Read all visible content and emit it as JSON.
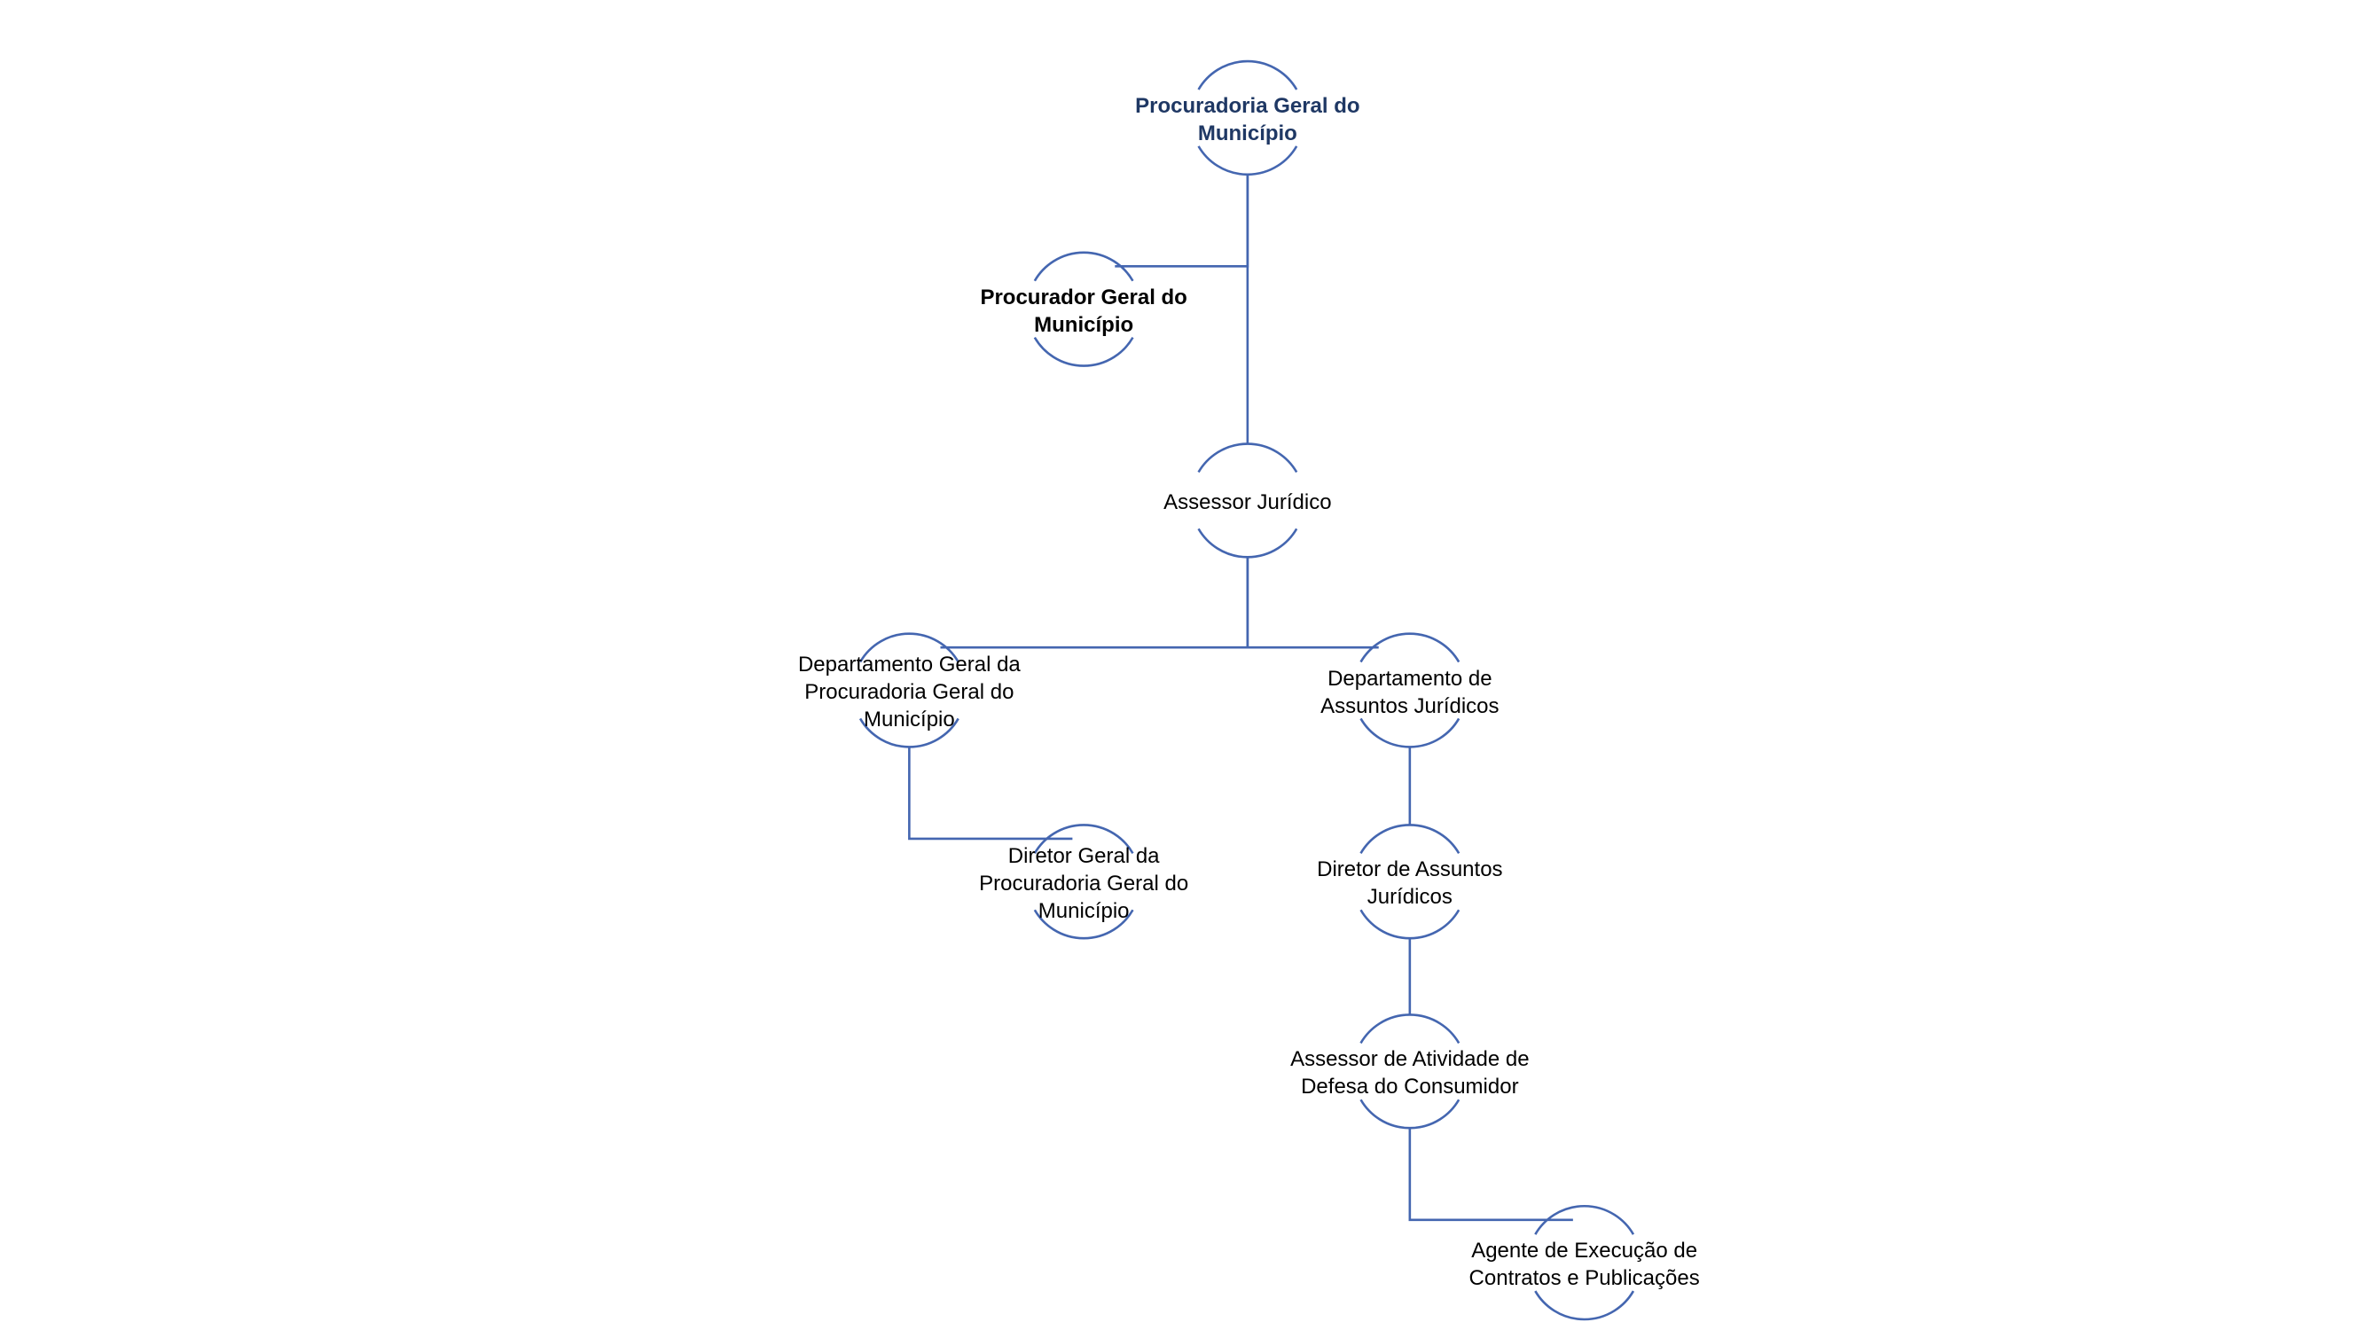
{
  "colors": {
    "line": "#4466B0",
    "accent_text": "#1F3864",
    "text": "#000000",
    "background": "#FFFFFF"
  },
  "nodes": [
    {
      "id": "procuradoria",
      "lines": [
        "Procuradoria Geral do",
        "Município"
      ],
      "bold": true,
      "accent": true
    },
    {
      "id": "procurador",
      "lines": [
        "Procurador Geral do",
        "Município"
      ],
      "bold": true,
      "accent": false
    },
    {
      "id": "assessor-juridico",
      "lines": [
        "Assessor Jurídico"
      ],
      "bold": false,
      "accent": false
    },
    {
      "id": "departamento-geral",
      "lines": [
        "Departamento Geral da",
        "Procuradoria Geral do",
        "Município"
      ],
      "bold": false,
      "accent": false
    },
    {
      "id": "departamento-assuntos",
      "lines": [
        "Departamento de",
        "Assuntos Jurídicos"
      ],
      "bold": false,
      "accent": false
    },
    {
      "id": "diretor-geral",
      "lines": [
        "Diretor Geral da",
        "Procuradoria Geral do",
        "Município"
      ],
      "bold": false,
      "accent": false
    },
    {
      "id": "diretor-assuntos",
      "lines": [
        "Diretor de Assuntos",
        "Jurídicos"
      ],
      "bold": false,
      "accent": false
    },
    {
      "id": "assessor-atividade",
      "lines": [
        "Assessor de Atividade de",
        "Defesa do Consumidor"
      ],
      "bold": false,
      "accent": false
    },
    {
      "id": "agente-execucao",
      "lines": [
        "Agente de Execução de",
        "Contratos e Publicações"
      ],
      "bold": false,
      "accent": false
    }
  ],
  "edges": [
    {
      "from": "procuradoria",
      "to": "procurador",
      "kind": "assistant"
    },
    {
      "from": "procuradoria",
      "to": "assessor-juridico",
      "kind": "child"
    },
    {
      "from": "assessor-juridico",
      "to": "departamento-geral",
      "kind": "child"
    },
    {
      "from": "assessor-juridico",
      "to": "departamento-assuntos",
      "kind": "child"
    },
    {
      "from": "departamento-geral",
      "to": "diretor-geral",
      "kind": "subordinate"
    },
    {
      "from": "departamento-assuntos",
      "to": "diretor-assuntos",
      "kind": "child"
    },
    {
      "from": "diretor-assuntos",
      "to": "assessor-atividade",
      "kind": "child"
    },
    {
      "from": "assessor-atividade",
      "to": "agente-execucao",
      "kind": "subordinate"
    }
  ]
}
